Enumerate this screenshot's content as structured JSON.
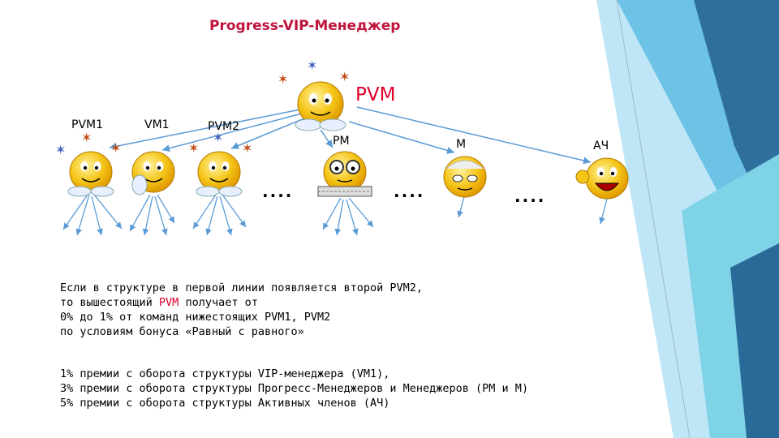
{
  "title": "Progress-VIP-Менеджер",
  "top_node": {
    "label": "PVM"
  },
  "nodes": [
    {
      "label": "PVM1"
    },
    {
      "label": "VM1"
    },
    {
      "label": "PVM2"
    },
    {
      "label": "PM"
    },
    {
      "label": "M"
    },
    {
      "label": "АЧ"
    }
  ],
  "ellipsis": "....",
  "paragraph1": {
    "line1": "Если в структуре в первой линии появляется второй PVM2,",
    "line2_prefix": "то вышестоящий ",
    "line2_highlight": "PVM",
    "line2_suffix": " получает от",
    "line3": "0% до 1% от команд нижестоящих PVM1, PVM2",
    "line4": "по условиям бонуса «Равный с равного»"
  },
  "paragraph2": {
    "line1": "1% премии с оборота структуры  VIP-менеджера  (VM1),",
    "line2": "3% премии с оборота структуры Прогресс-Менеджеров и Менеджеров (PM и M)",
    "line3": "5% премии с оборота структуры  Активных членов (АЧ)"
  },
  "colors": {
    "title": "#c0143c",
    "highlight": "#e0002c",
    "arrow": "#5b9bd5",
    "smiley": "#f5c518",
    "decor_dark": "#2e6f9e",
    "decor_light": "#8fd0ee"
  }
}
